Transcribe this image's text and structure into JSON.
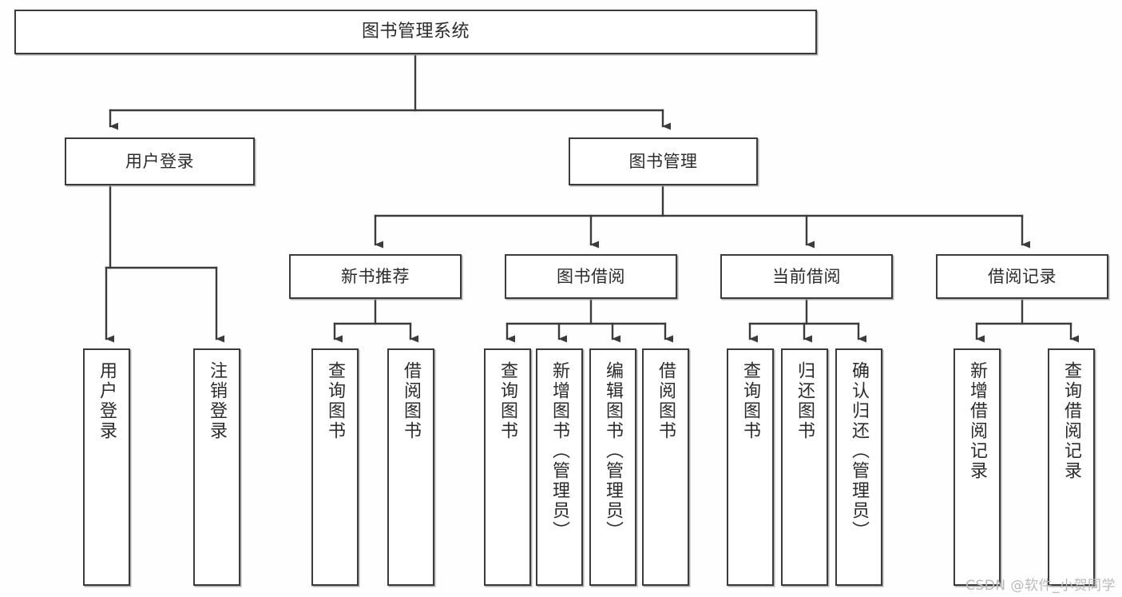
{
  "diagram": {
    "title": "图书管理系统",
    "type": "tree",
    "watermark": "CSDN @软件_小贺同学",
    "line_color": "#3b3b3b",
    "box_fill": "#ffffff",
    "text_color": "#2b2b2b",
    "levels": {
      "root": {
        "label": "图书管理系统"
      },
      "level2": [
        {
          "label": "用户登录"
        },
        {
          "label": "图书管理"
        }
      ],
      "level3": [
        {
          "label": "新书推荐"
        },
        {
          "label": "图书借阅"
        },
        {
          "label": "当前借阅"
        },
        {
          "label": "借阅记录"
        }
      ],
      "leaves_user_login": [
        {
          "label": "用户登录"
        },
        {
          "label": "注销登录"
        }
      ],
      "leaves_new_book": [
        {
          "label": "查询图书"
        },
        {
          "label": "借阅图书"
        }
      ],
      "leaves_book_borrow": [
        {
          "label": "查询图书"
        },
        {
          "label": "新增图书（管理员）"
        },
        {
          "label": "编辑图书（管理员）"
        },
        {
          "label": "借阅图书"
        }
      ],
      "leaves_current_borrow": [
        {
          "label": "查询图书"
        },
        {
          "label": "归还图书"
        },
        {
          "label": "确认归还（管理员）"
        }
      ],
      "leaves_borrow_record": [
        {
          "label": "新增借阅记录"
        },
        {
          "label": "查询借阅记录"
        }
      ]
    }
  }
}
